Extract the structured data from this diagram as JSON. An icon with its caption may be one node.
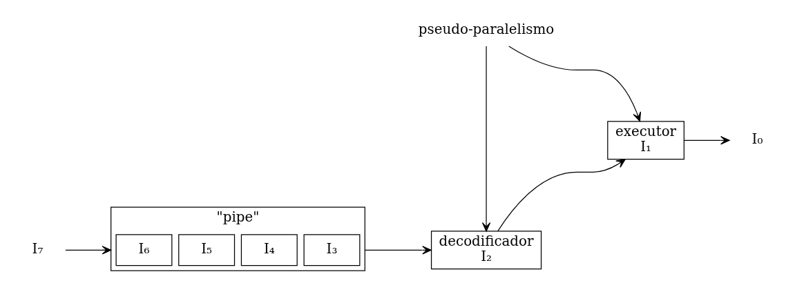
{
  "diagram": {
    "nodes": [
      {
        "text": [
          "I₇"
        ]
      },
      {
        "text": [
          "\"pipe\""
        ]
      },
      {
        "text": [
          "I₆"
        ],
        "in": 1
      },
      {
        "text": [
          "I₅"
        ],
        "in": 1
      },
      {
        "text": [
          "I₄"
        ],
        "in": 1
      },
      {
        "text": [
          "I₃"
        ],
        "in": 1
      },
      {
        "text": [
          "decodificador",
          "I₂"
        ]
      },
      {
        "text": [
          "executor",
          "I₁"
        ]
      },
      {
        "text": [
          "I₀"
        ]
      },
      {
        "text": [
          "pseudo-paralelismo"
        ]
      }
    ],
    "edges": [
      {
        "from": 0,
        "to": 1,
        "arrow": "to"
      },
      {
        "from": 1,
        "to": 6,
        "arrow": "to"
      },
      {
        "from": 6,
        "to": 7,
        "arrow": "to"
      },
      {
        "from": 7,
        "to": 8,
        "arrow": "to"
      },
      {
        "from": 9,
        "to": 6,
        "arrow": "to"
      },
      {
        "from": 9,
        "to": 7,
        "arrow": "to"
      }
    ]
  }
}
